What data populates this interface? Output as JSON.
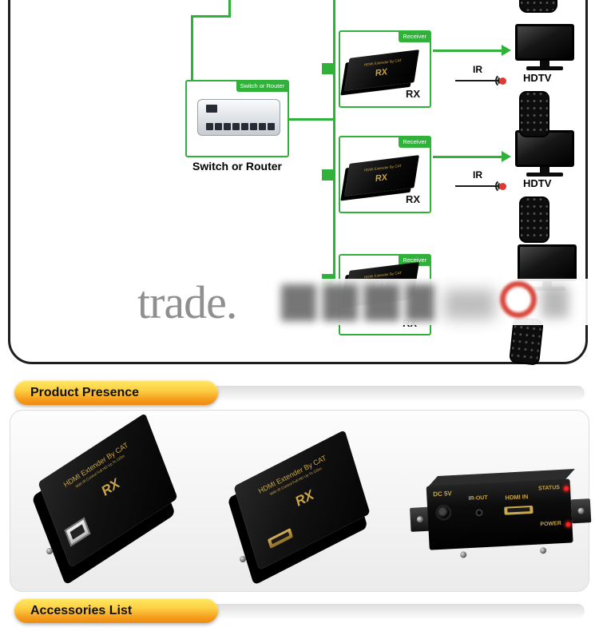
{
  "colors": {
    "accent_green": "#2fb13a",
    "device_gold": "#c9a545",
    "banner_orange": "#f59d1e",
    "led_red": "#ff1f1f",
    "ir_red": "#e03a2f"
  },
  "diagram": {
    "switch": {
      "tag": "Switch or Router",
      "label": "Switch or Router"
    },
    "receivers": [
      {
        "tag": "Receiver",
        "rx": "RX",
        "ir": "IR",
        "tv": "HDTV"
      },
      {
        "tag": "Receiver",
        "rx": "RX",
        "ir": "IR",
        "tv": "HDTV"
      },
      {
        "tag": "Receiver",
        "rx": "RX"
      }
    ],
    "watermark": "trade."
  },
  "banners": {
    "product": "Product Presence",
    "accessories": "Accessories List"
  },
  "device": {
    "brand": "HDMI Extender By CAT",
    "sub": "With IR Control Full HD Up To 120m",
    "rx": "RX",
    "rear": {
      "dc": "DC 5V",
      "ir_out": "IR-OUT",
      "hdmi_in": "HDMI IN",
      "status": "STATUS",
      "power": "POWER"
    }
  }
}
